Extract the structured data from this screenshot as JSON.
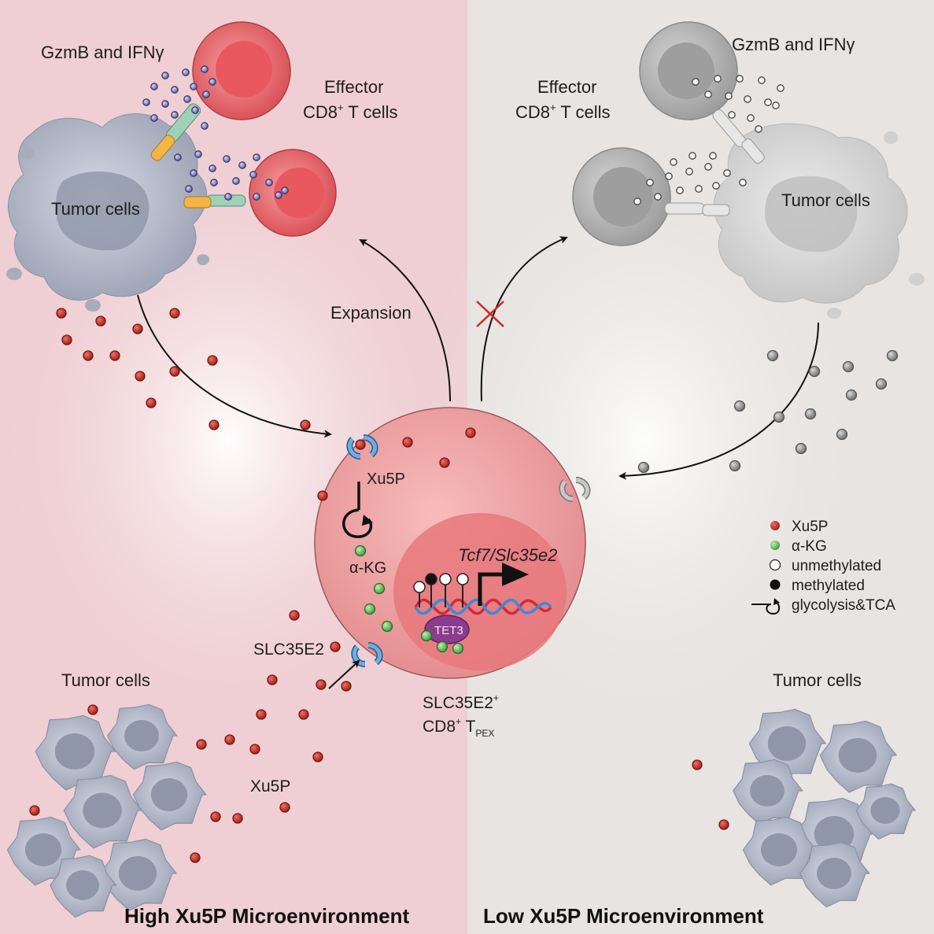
{
  "labels": {
    "gzmb_left": "GzmB and IFNγ",
    "effector_left_1": "Effector",
    "effector_left_2": "CD8",
    "effector_left_3": " T cells",
    "tumor_left": "Tumor cells",
    "expansion": "Expansion",
    "gzmb_right": "GzmB and IFNγ",
    "effector_right_1": "Effector",
    "effector_right_2": "CD8",
    "effector_right_3": " T cells",
    "tumor_right": "Tumor cells",
    "xu5p_in": "Xu5P",
    "akg_in": "α-KG",
    "gene": "Tcf7/Slc35e2",
    "tet3": "TET3",
    "slc35e2": "SLC35E2",
    "tpex_1": "SLC35E2",
    "tpex_2": "CD8",
    "tpex_3": " T",
    "tpex_sub": "PEX",
    "tumor_bottom_left": "Tumor cells",
    "xu5p_bottom": "Xu5P",
    "tumor_bottom_right": "Tumor cells",
    "sup_plus": "+"
  },
  "legend": {
    "xu5p": "Xu5P",
    "akg": "α-KG",
    "unmethylated": "unmethylated",
    "methylated": "methylated",
    "glycolysis": "glycolysis&TCA"
  },
  "titles": {
    "high": "High Xu5P Microenvironment",
    "low": "Low Xu5P Microenvironment"
  },
  "colors": {
    "high_bg": "#efcfd3",
    "low_bg": "#e7e4e1",
    "xu5p_dot": "#b8261f",
    "akg_dot": "#5ab45a",
    "gray_dot": "#8a8a8a",
    "effector_cell": "#e65a5e",
    "tumor_cell": "#a7adbb",
    "tet3": "#8c3c8c",
    "transporter": "#5a9ad4",
    "inhibit_mark": "#d02828"
  }
}
